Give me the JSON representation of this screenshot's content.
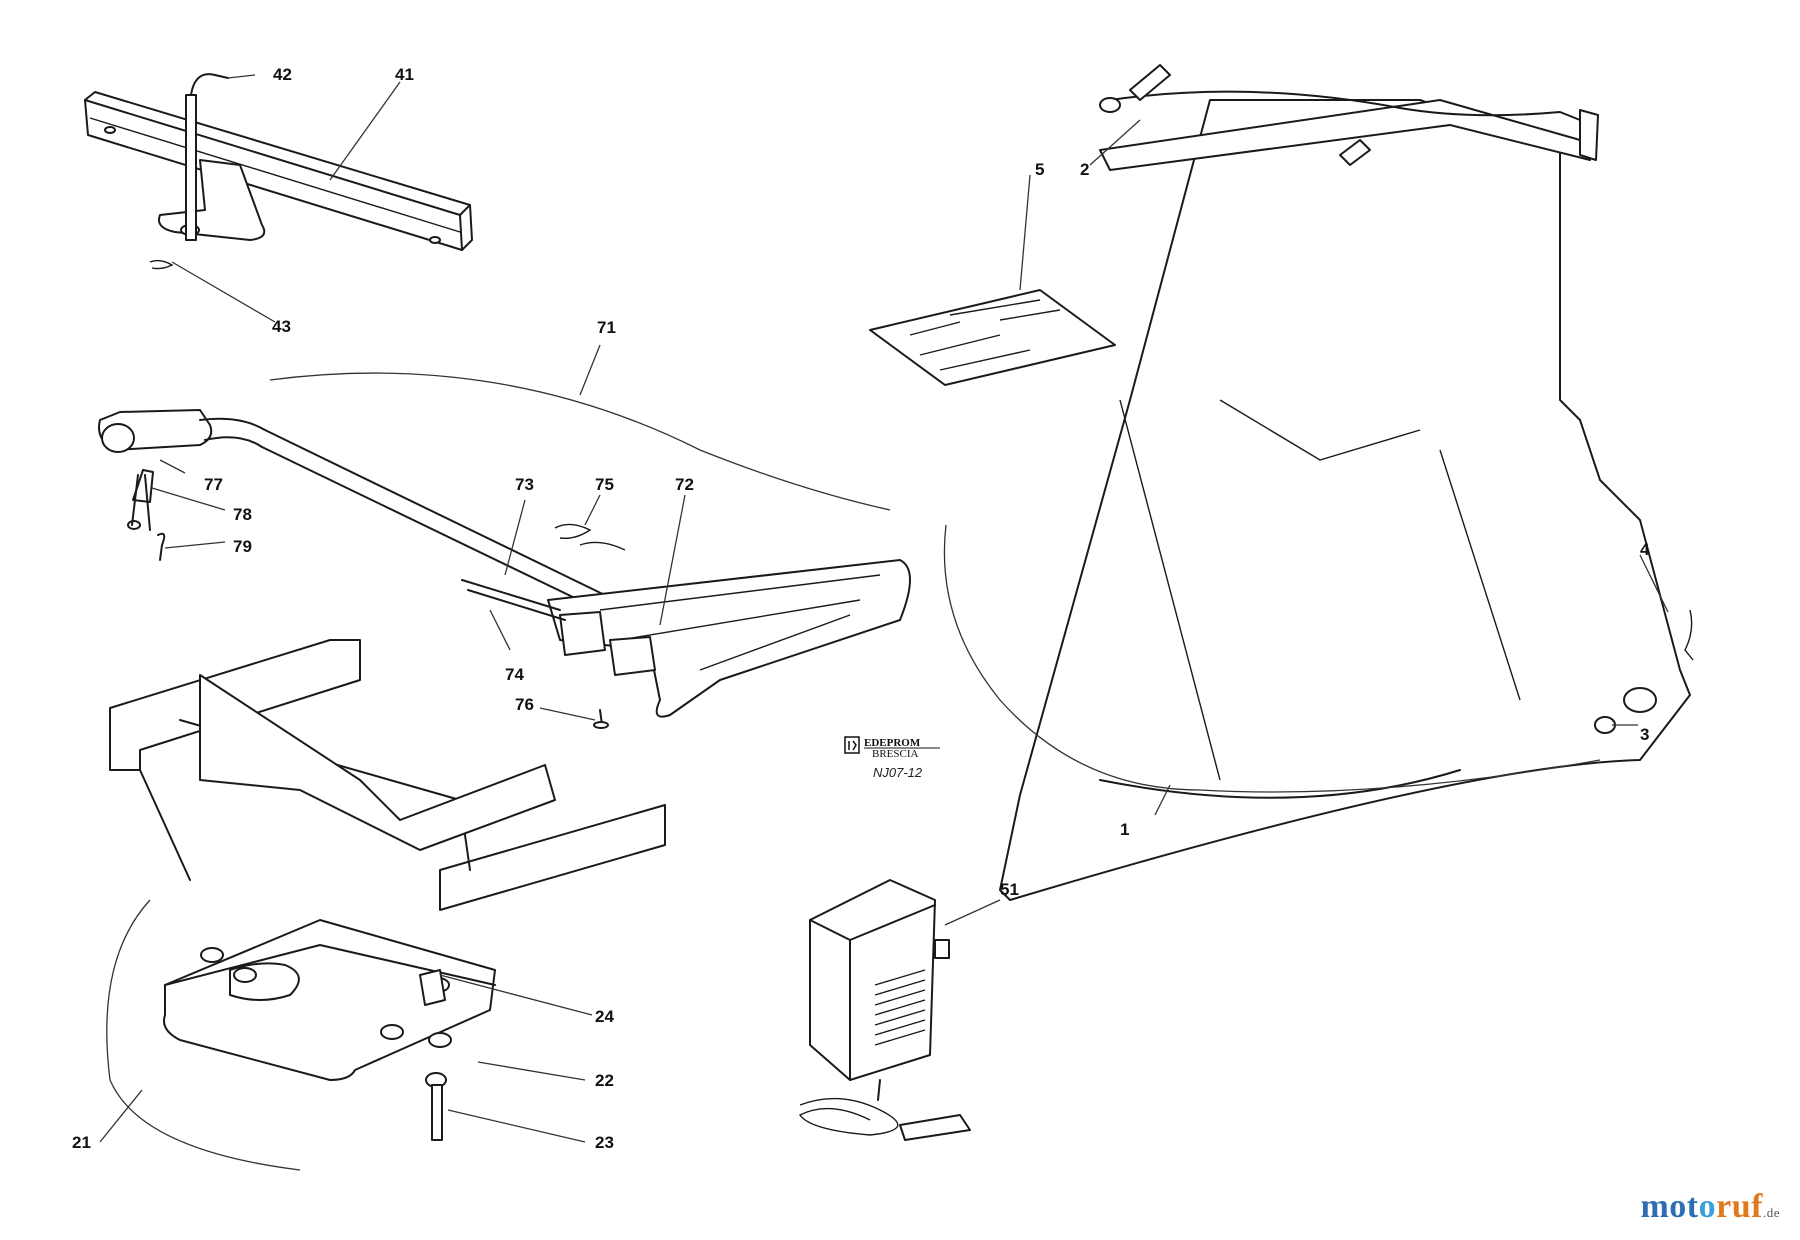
{
  "parts": {
    "p1": "1",
    "p2": "2",
    "p3": "3",
    "p4": "4",
    "p5": "5",
    "p21": "21",
    "p22": "22",
    "p23": "23",
    "p24": "24",
    "p41": "41",
    "p42": "42",
    "p43": "43",
    "p51": "51",
    "p71": "71",
    "p72": "72",
    "p73": "73",
    "p74": "74",
    "p75": "75",
    "p76": "76",
    "p77": "77",
    "p78": "78",
    "p79": "79"
  },
  "logo": {
    "brand": "EDEPROM",
    "sub": "BRESCIA"
  },
  "drawing_code": "NJ07-12",
  "watermark": {
    "part1": "mot",
    "part2": "o",
    "part3": "ruf",
    "tld": ".de"
  }
}
